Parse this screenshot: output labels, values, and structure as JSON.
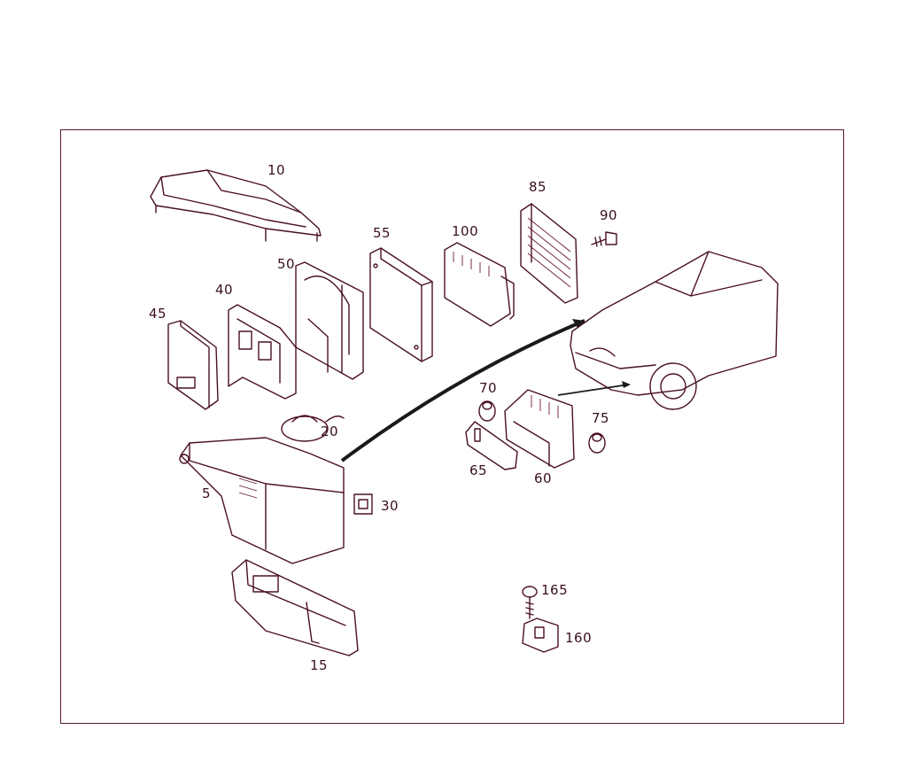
{
  "diagram": {
    "callouts": {
      "c10": "10",
      "c85": "85",
      "c90": "90",
      "c55": "55",
      "c100": "100",
      "c50": "50",
      "c40": "40",
      "c45": "45",
      "c20": "20",
      "c70": "70",
      "c75": "75",
      "c65": "65",
      "c60": "60",
      "c5": "5",
      "c30": "30",
      "c165": "165",
      "c160": "160",
      "c15": "15"
    },
    "colors": {
      "line": "#4a1020",
      "frame": "#5a1a2a",
      "background": "#ffffff"
    }
  }
}
